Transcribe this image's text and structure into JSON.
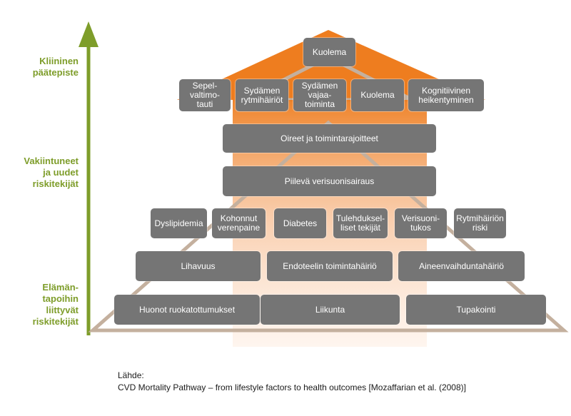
{
  "level_labels": {
    "top": "Kliininen\npäätepiste",
    "middle": "Vakiintuneet\nja uudet\nriskitekijät",
    "bottom": "Elämän-\ntapoihin\nliittyvät\nriskitekijät"
  },
  "boxes": {
    "kuolema_top": "Kuolema",
    "sepelvaltimotauti": "Sepel-\nvaltimo-\ntauti",
    "sydamen_rytmihairiot": "Sydämen\nrytmihäiriöt",
    "sydamen_vajaatoiminta": "Sydämen\nvajaa-\ntoiminta",
    "kuolema": "Kuolema",
    "kognitiivinen": "Kognitiivinen\nheikentyminen",
    "oireet": "Oireet ja toimintarajoitteet",
    "piileva": "Piilevä verisuonisairaus",
    "dyslipidemia": "Dyslipidemia",
    "kohonnut_verenpaine": "Kohonnut\nverenpaine",
    "diabetes": "Diabetes",
    "tulehdukselliset": "Tulehduksel-\nliset tekijät",
    "verisuonitukos": "Verisuoni-\ntukos",
    "rytmihairion_riski": "Rytmihäiriön\nriski",
    "lihavuus": "Lihavuus",
    "endoteelin": "Endoteelin toimintahäiriö",
    "aineenvaihdunta": "Aineenvaihduntahäiriö",
    "ruokatottumukset": "Huonot ruokatottumukset",
    "liikunta": "Liikunta",
    "tupakointi": "Tupakointi"
  },
  "source": {
    "heading": "Lähde:",
    "citation": "CVD Mortality Pathway – from lifestyle factors to health outcomes [Mozaffarian et al. (2008)]"
  },
  "colors": {
    "arrow": "#7e9d2a",
    "orange": "#ee7d1f",
    "pyramid_outline": "#c4b09e",
    "box": "#757575"
  }
}
